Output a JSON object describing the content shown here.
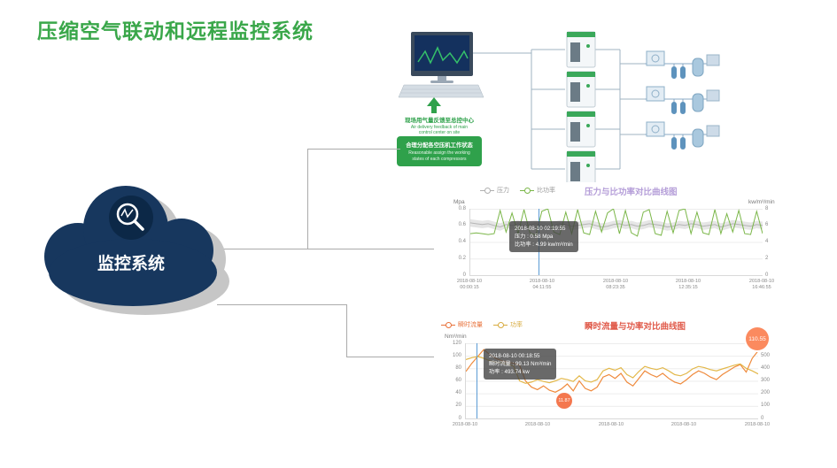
{
  "slide": {
    "title": "压缩空气联动和远程监控系统"
  },
  "cloud": {
    "label": "监控系统",
    "color": "#17375e"
  },
  "diagram": {
    "feedback_cn": "现场用气量反馈至总控中心",
    "feedback_en1": "Air delivery feedback of main",
    "feedback_en2": "control center on site",
    "assign_cn": "合理分配各空压机工作状态",
    "assign_en1": "Reasonable assign the working",
    "assign_en2": "states of each compressors",
    "accent_green": "#2fa14b"
  },
  "chart_data": [
    {
      "type": "line",
      "title": "压力与比功率对比曲线图",
      "title_color": "#b49dd8",
      "legend": [
        {
          "label": "压力",
          "color": "#b0b0b0"
        },
        {
          "label": "比功率",
          "color": "#7ab648"
        }
      ],
      "left_axis": {
        "label": "Mpa",
        "min": 0,
        "max": 0.8,
        "ticks": [
          "0.8",
          "0.6",
          "0.4",
          "0.2",
          "0"
        ]
      },
      "right_axis": {
        "label": "kw/m³/min",
        "min": 0,
        "max": 8,
        "ticks": [
          "8",
          "6",
          "4",
          "2",
          "0"
        ]
      },
      "x_ticks": [
        {
          "date": "2018-08-10",
          "time": "00:00:15"
        },
        {
          "date": "2018-08-10",
          "time": "04:11:55"
        },
        {
          "date": "2018-08-10",
          "time": "08:23:35"
        },
        {
          "date": "2018-08-10",
          "time": "12:35:15"
        },
        {
          "date": "2018-08-10",
          "time": "16:46:55"
        }
      ],
      "series": [
        {
          "name": "压力",
          "axis": "left",
          "color": "#b5b5b5",
          "values": [
            0.63,
            0.62,
            0.61,
            0.62,
            0.6,
            0.58,
            0.61,
            0.6,
            0.62,
            0.59,
            0.61,
            0.62,
            0.6,
            0.58,
            0.6,
            0.62,
            0.61,
            0.59,
            0.6,
            0.61,
            0.62,
            0.6,
            0.58,
            0.59,
            0.61,
            0.62,
            0.6,
            0.61,
            0.59,
            0.6,
            0.62,
            0.61,
            0.6,
            0.58,
            0.59,
            0.61,
            0.6,
            0.62,
            0.61,
            0.59,
            0.6,
            0.61,
            0.58,
            0.6,
            0.62,
            0.61,
            0.6,
            0.59,
            0.61,
            0.6
          ]
        },
        {
          "name": "比功率",
          "axis": "right",
          "color": "#7ab648",
          "values": [
            5.0,
            5.1,
            5.0,
            4.9,
            5.0,
            7.8,
            5.2,
            7.5,
            5.0,
            7.9,
            5.1,
            4.8,
            7.7,
            8.0,
            5.2,
            4.9,
            7.6,
            5.0,
            7.9,
            5.1,
            4.9,
            7.7,
            5.2,
            7.5,
            8.0,
            5.0,
            7.8,
            5.1,
            4.7,
            7.6,
            7.9,
            5.0,
            4.8,
            7.7,
            5.1,
            7.8,
            8.0,
            5.0,
            7.6,
            5.1,
            4.9,
            7.9,
            5.0,
            7.4,
            5.2,
            7.8,
            5.0,
            4.9,
            7.7,
            5.0
          ]
        }
      ],
      "tooltip": {
        "time": "2018-08-10 02:19:55",
        "line1": "压力 : 0.58 Mpa",
        "line2": "比功率 : 4.99 kw/m³/min"
      }
    },
    {
      "type": "line",
      "title": "瞬时流量与功率对比曲线图",
      "title_color": "#e05a4a",
      "legend": [
        {
          "label": "瞬时流量",
          "color": "#e8713a"
        },
        {
          "label": "功率",
          "color": "#d8ab3f"
        }
      ],
      "left_axis": {
        "label": "Nm³/min",
        "min": 0,
        "max": 120,
        "ticks": [
          "120",
          "100",
          "80",
          "60",
          "40",
          "20",
          "0"
        ]
      },
      "right_axis": {
        "min": 0,
        "max": 600,
        "ticks": [
          "600",
          "500",
          "400",
          "300",
          "200",
          "100",
          "0"
        ]
      },
      "x_ticks": [
        "2018-08-10",
        "2018-08-10",
        "2018-08-10",
        "2018-08-10",
        "2018-08-10"
      ],
      "series": [
        {
          "name": "瞬时流量",
          "axis": "left",
          "color": "#ef8a3c",
          "values": [
            75,
            88,
            99,
            110,
            102,
            96,
            92,
            90,
            88,
            85,
            60,
            50,
            46,
            52,
            45,
            42,
            47,
            55,
            44,
            60,
            48,
            44,
            50,
            66,
            70,
            64,
            72,
            58,
            52,
            64,
            76,
            70,
            66,
            72,
            64,
            58,
            55,
            62,
            70,
            76,
            72,
            66,
            62,
            70,
            76,
            82,
            86,
            74,
            96,
            108
          ]
        },
        {
          "name": "功率",
          "axis": "right",
          "color": "#e3b84a",
          "values": [
            470,
            485,
            494,
            480,
            460,
            450,
            445,
            430,
            420,
            300,
            280,
            290,
            310,
            295,
            285,
            300,
            320,
            310,
            295,
            340,
            300,
            290,
            310,
            380,
            400,
            385,
            405,
            350,
            325,
            375,
            415,
            400,
            390,
            405,
            380,
            350,
            340,
            360,
            395,
            415,
            405,
            390,
            380,
            395,
            410,
            425,
            435,
            400,
            380,
            355
          ]
        }
      ],
      "tooltip": {
        "time": "2018-08-10 00:18:55",
        "line1": "瞬时流量 : 99.13 Nm³/min",
        "line2": "功率 : 493.74 kw"
      },
      "badges": {
        "max": "110.55",
        "min": "11.87"
      }
    }
  ]
}
